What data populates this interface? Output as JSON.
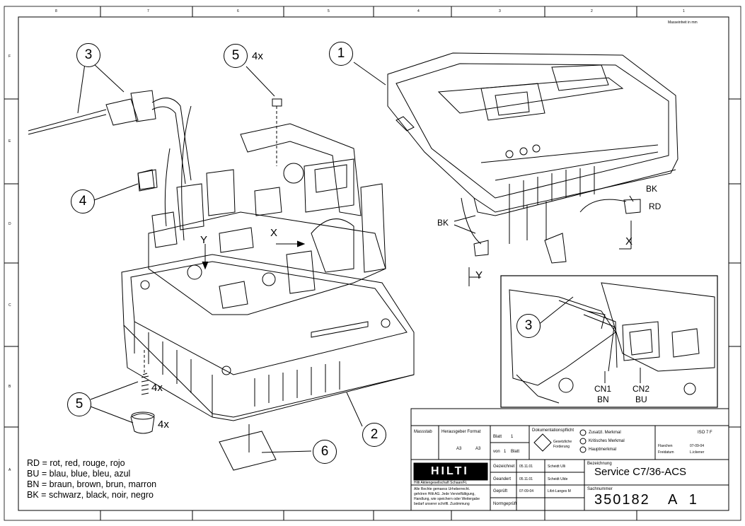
{
  "ruler": {
    "columns": [
      "8",
      "7",
      "6",
      "5",
      "4",
      "3",
      "2",
      "1"
    ],
    "rows": [
      "F",
      "E",
      "D",
      "C",
      "B",
      "A"
    ],
    "units_note": "Masseinheit in mm"
  },
  "callouts": {
    "c1": "1",
    "c2": "2",
    "c3": "3",
    "c4": "4",
    "c5_top": "5",
    "c5_bottom": "5",
    "c6": "6",
    "c3_detail": "3"
  },
  "quantities": {
    "screws_top": "4x",
    "spring": "4x",
    "foot": "4x"
  },
  "wires": {
    "bk_left": "BK",
    "bk_right": "BK",
    "rd": "RD",
    "x_conn": "X",
    "y_conn": "Y",
    "x_label": "X",
    "y_label": "Y",
    "cn1": "CN1",
    "cn1_color": "BN",
    "cn2": "CN2",
    "cn2_color": "BU"
  },
  "legend": [
    {
      "code": "RD",
      "text": "= rot, red, rouge, rojo"
    },
    {
      "code": "BU",
      "text": "= blau, blue, bleu, azul"
    },
    {
      "code": "BN",
      "text": "= braun, brown, brun, marron"
    },
    {
      "code": "BK",
      "text": "= schwarz, black, noir, negro"
    }
  ],
  "title_block": {
    "massstab": "Massstab",
    "herausgeber": "Herausgeber Format",
    "format_a3": "A3",
    "format_a3b": "A3",
    "blatt": "Blatt",
    "blatt_num": "1",
    "von": "von",
    "von_num": "1",
    "blatt2": "Blatt",
    "doc_pflicht": "Dokumentationspflicht",
    "gesetzliche": "Gesetzliche",
    "forderung": "Forderung",
    "zusatz": "Zusatzl. Merkmal",
    "kritisch": "Kritisches Merkmal",
    "haupt": "Hauptmerkmal",
    "iso": "ISO 7 F",
    "flaechen": "Flaechen",
    "freidatum": "Freidatum",
    "date1": "07-09-04",
    "lickener": "L.ickener",
    "gezeichnet": "Gezeichnet",
    "gepruft": "Geandert",
    "genehmigt": "Geprüft",
    "d1": "05.11.01",
    "d2": "05.11.01",
    "d3": "07-09-04",
    "n1": "Scheidt Ulli",
    "n2": "Scheidt Ulde",
    "n3": "Lifzt-Langes M",
    "bezeichnung": "Bezeichnung",
    "title": "Service C7/36-ACS",
    "sachnummer": "Sachnummer",
    "number": "350182",
    "rev": "A 1",
    "company": "Hilti Aktiengesellschaft Schaan/FL",
    "legal1": "Alle Rechte gemaess Urheberrecht.",
    "legal2": "gehören Hilti AG. Jede Vervielfältigung,",
    "legal3": "Handlung, wie speichern oder Weitergabe",
    "legal4": "bedarf unserer schriftl. Zustimmung",
    "normgeprueft": "Normgeprüft",
    "logo": "HILTI"
  }
}
